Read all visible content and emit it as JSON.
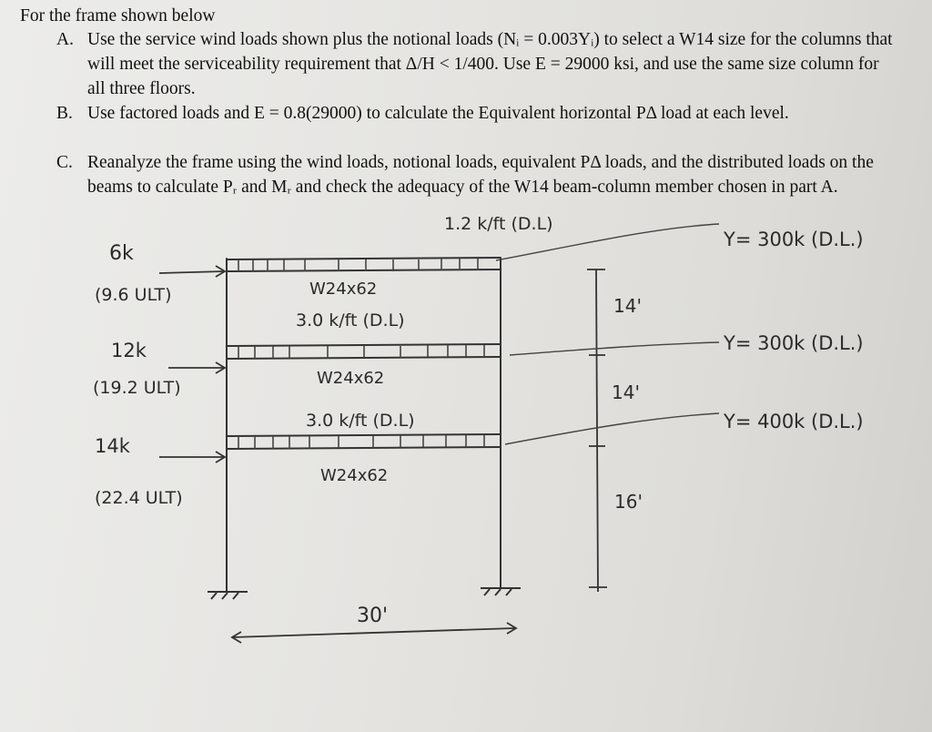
{
  "problem": {
    "intro": "For the frame shown below",
    "parts": [
      {
        "label": "A.",
        "text": "Use the service wind loads shown plus the notional loads (Nᵢ = 0.003Yᵢ) to select a W14 size for the columns that will meet the serviceability requirement that Δ/H < 1/400.  Use E = 29000 ksi, and use the same size column for all three floors."
      },
      {
        "label": "B.",
        "text": "Use factored loads and E = 0.8(29000) to calculate the Equivalent horizontal PΔ load at each level."
      },
      {
        "label": "C.",
        "text": "Reanalyze the frame using the wind loads, notional loads, equivalent PΔ loads, and the distributed loads on the beams to calculate Pᵣ and Mᵣ and check the adequacy of the W14 beam-column member chosen in part A."
      }
    ]
  },
  "sketch": {
    "roof_load": "1.2 k/ft (D.L)",
    "gravity_loads": [
      "Y= 300k (D.L.)",
      "Y= 300k (D.L.)",
      "Y= 400k (D.L.)"
    ],
    "lateral_loads": [
      {
        "service": "6k",
        "ultimate": "(9.6 ULT)"
      },
      {
        "service": "12k",
        "ultimate": "(19.2 ULT)"
      },
      {
        "service": "14k",
        "ultimate": "(22.4 ULT)"
      }
    ],
    "beams": [
      {
        "size": "W24x62",
        "load": "3.0 k/ft (D.L)"
      },
      {
        "size": "W24x62",
        "load": "3.0 k/ft (D.L)"
      },
      {
        "size": "W24x62"
      }
    ],
    "story_heights": [
      "14'",
      "14'",
      "16'"
    ],
    "span": "30'"
  }
}
